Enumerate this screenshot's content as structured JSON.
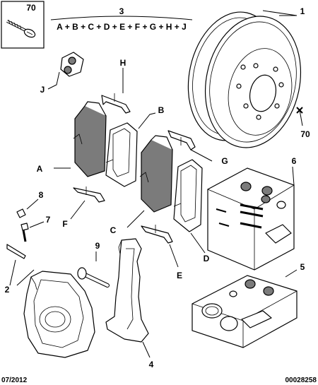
{
  "labels": {
    "screw_callout": "70",
    "pad_kit": "3",
    "pad_kit_contents": "A + B + C + D + E + F + G + H + J",
    "disc": "1",
    "disc_screw": "70",
    "pad_a": "A",
    "pad_b": "B",
    "pad_c": "C",
    "pad_d": "D",
    "clip_e": "E",
    "clip_f": "F",
    "clip_g": "G",
    "clip_h": "H",
    "bolt_set_j": "J",
    "bleed_cap": "8",
    "bleed_screw": "7",
    "caliper": "2",
    "bolt": "9",
    "carrier": "4",
    "repair_kit_6": "6",
    "repair_kit_5": "5"
  },
  "footer": {
    "date": "07/2012",
    "reference": "00028258"
  }
}
